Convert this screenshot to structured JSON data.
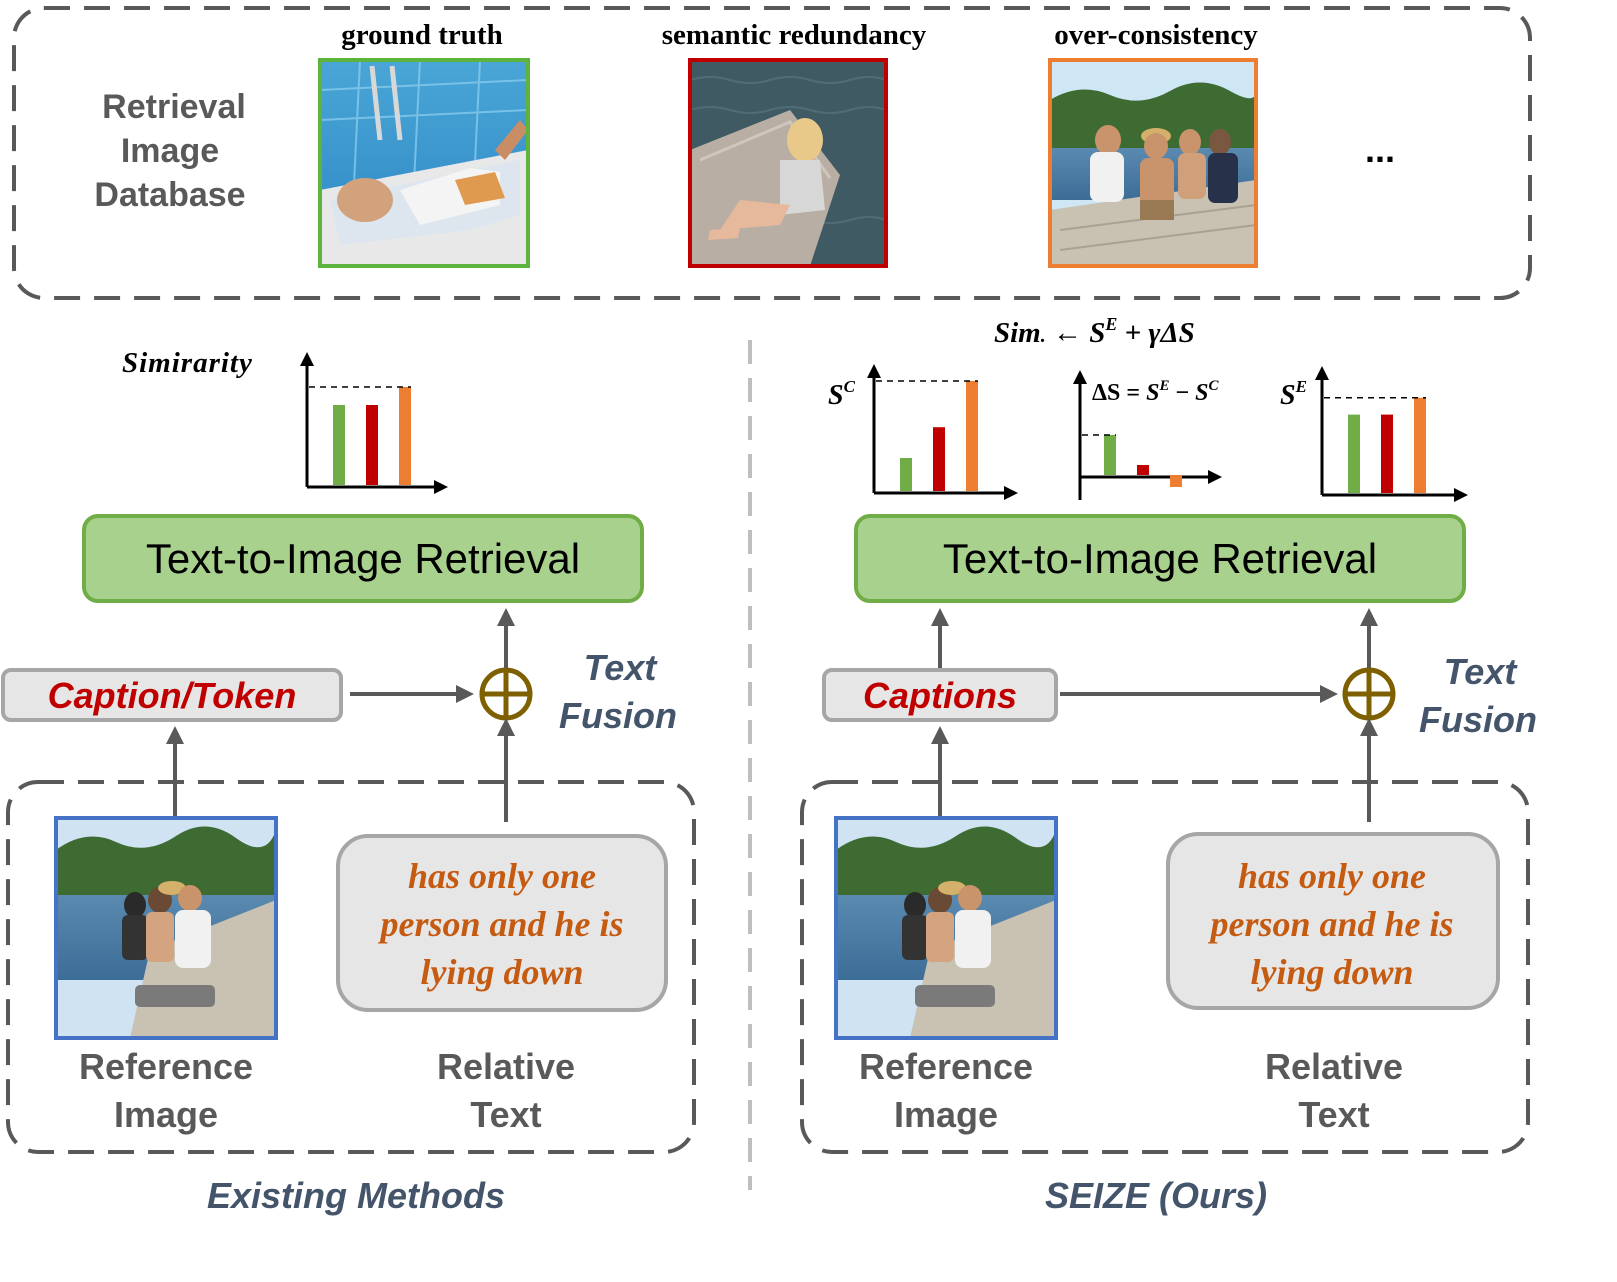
{
  "database": {
    "label_lines": [
      "Retrieval",
      "Image",
      "Database"
    ],
    "items": [
      {
        "caption": "ground truth",
        "border_color": "#5cb33e",
        "icon": "person-lying-by-pool-photo"
      },
      {
        "caption": "semantic redundancy",
        "border_color": "#c00000",
        "icon": "woman-sitting-on-dock-photo"
      },
      {
        "caption": "over-consistency",
        "border_color": "#ed7d31",
        "icon": "four-men-sitting-on-dock-photo"
      }
    ],
    "ellipsis": "..."
  },
  "left": {
    "chart_label": "Simirarity",
    "retrieval_label": "Text-to-Image Retrieval",
    "caption_box": "Caption/Token",
    "fusion_lines": [
      "Text",
      "Fusion"
    ],
    "relative_text_lines": [
      "has only one",
      "person and he is",
      "lying down"
    ],
    "reference_label_lines": [
      "Reference",
      "Image"
    ],
    "relative_label_lines": [
      "Relative",
      "Text"
    ],
    "footer": "Existing Methods"
  },
  "right": {
    "formula": "Sim. ← S^E + γΔS",
    "chart_sc_label": "S^C",
    "chart_ds_label": "ΔS = S^E − S^C",
    "chart_se_label": "S^E",
    "retrieval_label": "Text-to-Image Retrieval",
    "caption_box": "Captions",
    "fusion_lines": [
      "Text",
      "Fusion"
    ],
    "relative_text_lines": [
      "has only one",
      "person and he is",
      "lying down"
    ],
    "reference_label_lines": [
      "Reference",
      "Image"
    ],
    "relative_label_lines": [
      "Relative",
      "Text"
    ],
    "footer": "SEIZE (Ours)"
  },
  "colors": {
    "green": "#70ad47",
    "red": "#c00000",
    "orange": "#ed7d31",
    "retrieval_fill": "#a9d18e",
    "retrieval_border": "#70ad47",
    "caption_red": "#c00000",
    "fusion_blue": "#44546a",
    "relative_orange": "#c55a11",
    "label_gray": "#595959",
    "oplus": "#7f6000",
    "ref_border": "#4472c4"
  },
  "chart_data": [
    {
      "type": "bar",
      "title": "",
      "ylabel": "Simirarity",
      "categories": [
        "ground truth",
        "semantic redundancy",
        "over-consistency"
      ],
      "values": [
        0.8,
        0.8,
        0.98
      ],
      "colors": [
        "#70ad47",
        "#c00000",
        "#ed7d31"
      ]
    },
    {
      "type": "bar",
      "ylabel": "S^C",
      "categories": [
        "ground truth",
        "semantic redundancy",
        "over-consistency"
      ],
      "values": [
        0.3,
        0.58,
        1.0
      ],
      "colors": [
        "#70ad47",
        "#c00000",
        "#ed7d31"
      ]
    },
    {
      "type": "bar",
      "ylabel": "ΔS = S^E − S^C",
      "categories": [
        "ground truth",
        "semantic redundancy",
        "over-consistency"
      ],
      "values": [
        0.4,
        0.1,
        -0.12
      ],
      "colors": [
        "#70ad47",
        "#c00000",
        "#ed7d31"
      ]
    },
    {
      "type": "bar",
      "ylabel": "S^E",
      "categories": [
        "ground truth",
        "semantic redundancy",
        "over-consistency"
      ],
      "values": [
        0.7,
        0.7,
        0.85
      ],
      "colors": [
        "#70ad47",
        "#c00000",
        "#ed7d31"
      ]
    }
  ]
}
